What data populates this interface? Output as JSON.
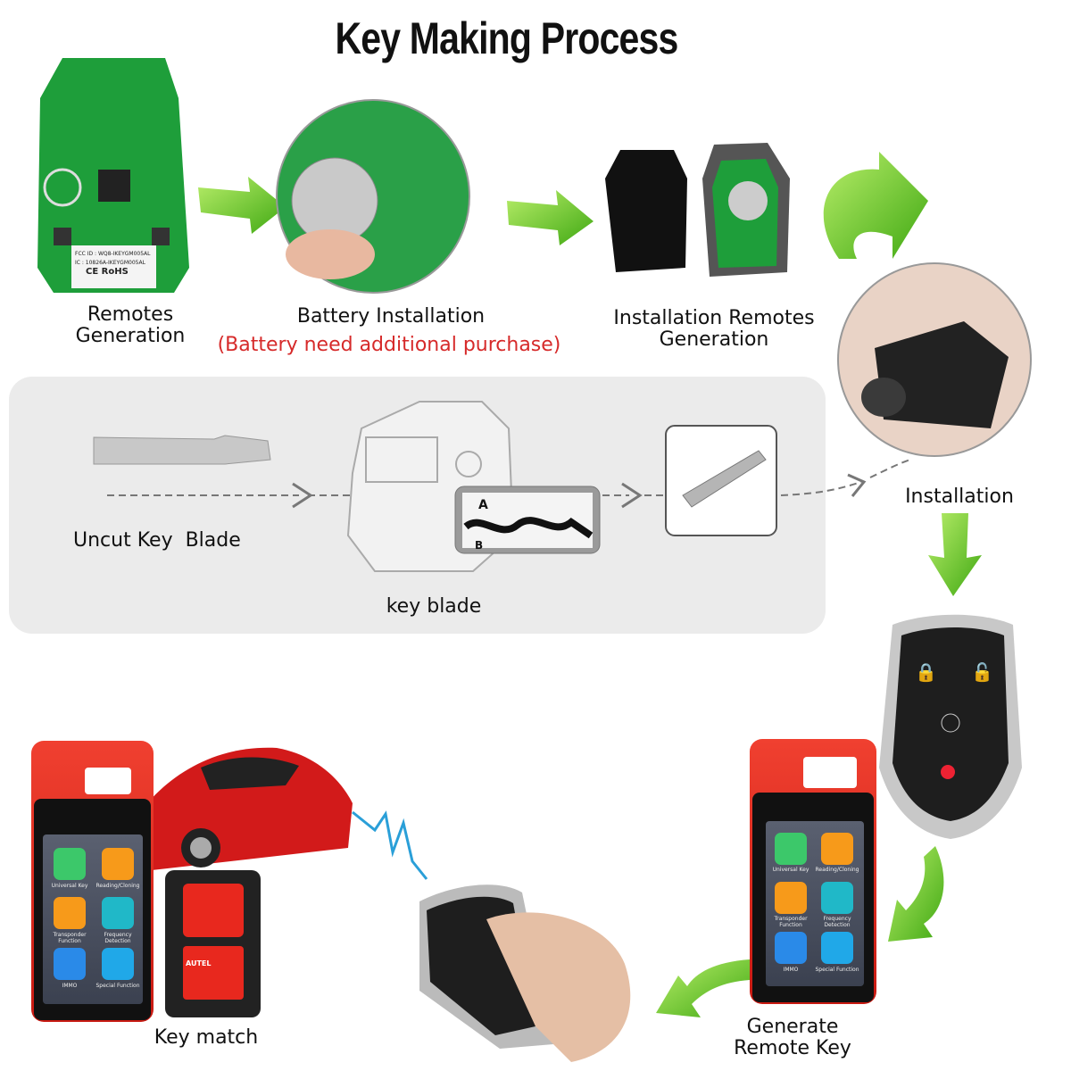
{
  "title": "Key Making Process",
  "steps": {
    "remotes_generation": [
      "Remotes",
      "Generation"
    ],
    "battery_installation": "Battery Installation",
    "battery_note": "(Battery need additional purchase)",
    "installation_remotes_generation": [
      "Installation Remotes",
      "Generation"
    ],
    "installation": "Installation",
    "uncut_key_blade": "Uncut Key  Blade",
    "key_blade": "key blade",
    "key_match": "Key match",
    "generate_remote_key": [
      "Generate",
      "Remote Key"
    ]
  },
  "pcb_label": {
    "fcc": "FCC ID : WQ8-IKEYGM005AL",
    "ic": "IC : 10826A-IKEYGM005AL",
    "marks": "CE  RoHS"
  },
  "graph_labels": {
    "a": "A",
    "b": "B"
  },
  "tablet_apps": [
    "Universal Key",
    "Reading/Cloning",
    "Transponder Function",
    "Frequency Detection",
    "IMMO",
    "Special Function"
  ],
  "dongle_brand": "AUTEL",
  "colors": {
    "arrow_green": "#5cc21e",
    "note_red": "#d62a2a",
    "panel_gray": "#ebebeb",
    "pcb_green": "#1e9e3a",
    "device_red": "#e8281e"
  }
}
